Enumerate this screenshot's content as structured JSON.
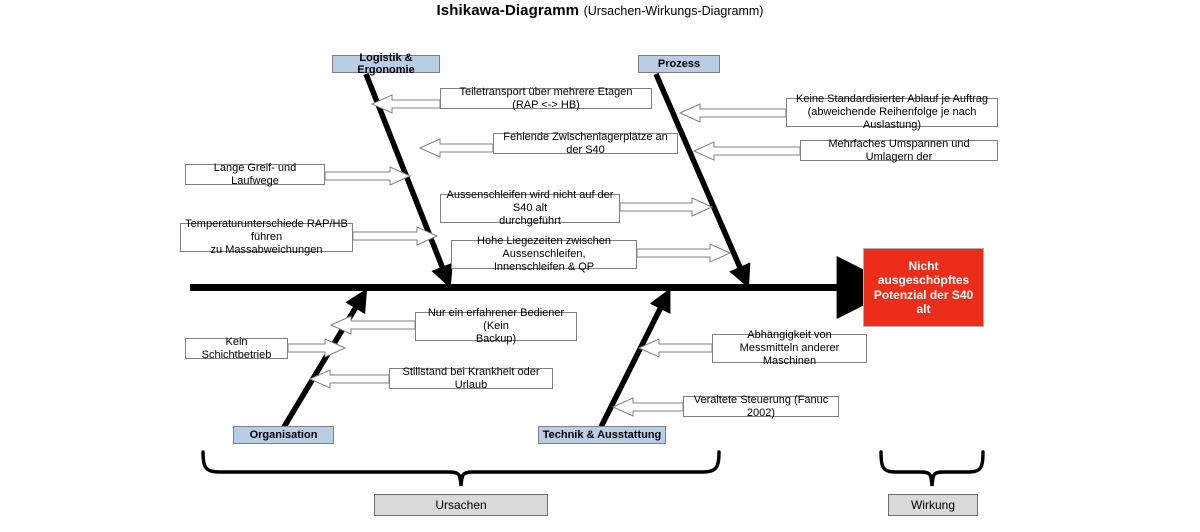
{
  "title": {
    "main": "Ishikawa-Diagramm",
    "sub": "(Ursachen-Wirkungs-Diagramm)"
  },
  "colors": {
    "category_fill": "#b9cde5",
    "category_border": "#7f7f7f",
    "effect_fill": "#ec2d19",
    "effect_text": "#ffffff",
    "cause_box_fill": "#ffffff",
    "cause_box_border": "#808080",
    "end_label_fill": "#d9d9d9",
    "spine": "#000000"
  },
  "categories": [
    {
      "id": "logistik",
      "label": "Logistik & Ergonomie",
      "position": "top-left"
    },
    {
      "id": "prozess",
      "label": "Prozess",
      "position": "top-right"
    },
    {
      "id": "organisation",
      "label": "Organisation",
      "position": "bottom-left"
    },
    {
      "id": "technik",
      "label": "Technik & Ausstattung",
      "position": "bottom-right"
    }
  ],
  "causes": [
    {
      "id": "c1",
      "category": "logistik",
      "side": "right",
      "lines": [
        "Teiletransport über mehrere Etagen (RAP <-> HB)"
      ]
    },
    {
      "id": "c2",
      "category": "logistik",
      "side": "right",
      "lines": [
        "Fehlende Zwischenlagerplätze an der S40"
      ]
    },
    {
      "id": "c3",
      "category": "logistik",
      "side": "left",
      "lines": [
        "Lange Greif- und Laufwege"
      ]
    },
    {
      "id": "c4",
      "category": "logistik",
      "side": "left",
      "lines": [
        "Temperaturunterschiede RAP/HB führen",
        "zu Massabweichungen"
      ]
    },
    {
      "id": "c5",
      "category": "prozess",
      "side": "right",
      "lines": [
        "Keine Standardisierter Ablauf je Auftrag",
        "(abweichende Reihenfolge je nach Auslastung)"
      ]
    },
    {
      "id": "c6",
      "category": "prozess",
      "side": "right",
      "lines": [
        "Mehrfaches Umspannen und Umlagern der"
      ]
    },
    {
      "id": "c7",
      "category": "prozess",
      "side": "left",
      "lines": [
        "Aussenschleifen wird nicht auf der S40 alt",
        "durchgeführt"
      ]
    },
    {
      "id": "c8",
      "category": "prozess",
      "side": "left",
      "lines": [
        "Hohe Liegezeiten zwischen Aussenschleifen,",
        "Innenschleifen & QP"
      ]
    },
    {
      "id": "c9",
      "category": "organisation",
      "side": "right",
      "lines": [
        "Nur ein erfahrener Bediener (Kein",
        "Backup)"
      ]
    },
    {
      "id": "c10",
      "category": "organisation",
      "side": "left",
      "lines": [
        "Kein Schichtbetrieb"
      ]
    },
    {
      "id": "c11",
      "category": "organisation",
      "side": "right",
      "lines": [
        "Stillstand bei Krankheit oder Urlaub"
      ]
    },
    {
      "id": "c12",
      "category": "technik",
      "side": "right",
      "lines": [
        "Abhängigkeit von Messmitteln anderer",
        "Maschinen"
      ]
    },
    {
      "id": "c13",
      "category": "technik",
      "side": "right",
      "lines": [
        "Veraltete Steuerung (Fanuc 2002)"
      ]
    }
  ],
  "effect": {
    "lines": [
      "Nicht",
      "ausgeschöpftes",
      "Potenzial der S40",
      "alt"
    ],
    "text": "Nicht ausgeschöpftes Potenzial der S40 alt"
  },
  "end_labels": {
    "causes": "Ursachen",
    "effect": "Wirkung"
  },
  "box_text": {
    "c1": "Teiletransport über mehrere Etagen (RAP <-> HB)",
    "c2": "Fehlende Zwischenlagerplätze an der S40",
    "c3": "Lange Greif- und Laufwege",
    "c4_l1": "Temperaturunterschiede RAP/HB führen",
    "c4_l2": "zu Massabweichungen",
    "c5_l1": "Keine Standardisierter Ablauf je Auftrag",
    "c5_l2": "(abweichende Reihenfolge je nach Auslastung)",
    "c6": "Mehrfaches Umspannen und Umlagern der",
    "c7_l1": "Aussenschleifen wird nicht auf der S40 alt",
    "c7_l2": "durchgeführt",
    "c8_l1": "Hohe Liegezeiten zwischen Aussenschleifen,",
    "c8_l2": "Innenschleifen & QP",
    "c9_l1": "Nur ein erfahrener Bediener (Kein",
    "c9_l2": "Backup)",
    "c10": "Kein Schichtbetrieb",
    "c11": "Stillstand bei Krankheit oder Urlaub",
    "c12_l1": "Abhängigkeit von Messmitteln anderer",
    "c12_l2": "Maschinen",
    "c13": "Veraltete Steuerung (Fanuc 2002)",
    "e_l1": "Nicht",
    "e_l2": "ausgeschöpftes",
    "e_l3": "Potenzial der S40",
    "e_l4": "alt"
  }
}
